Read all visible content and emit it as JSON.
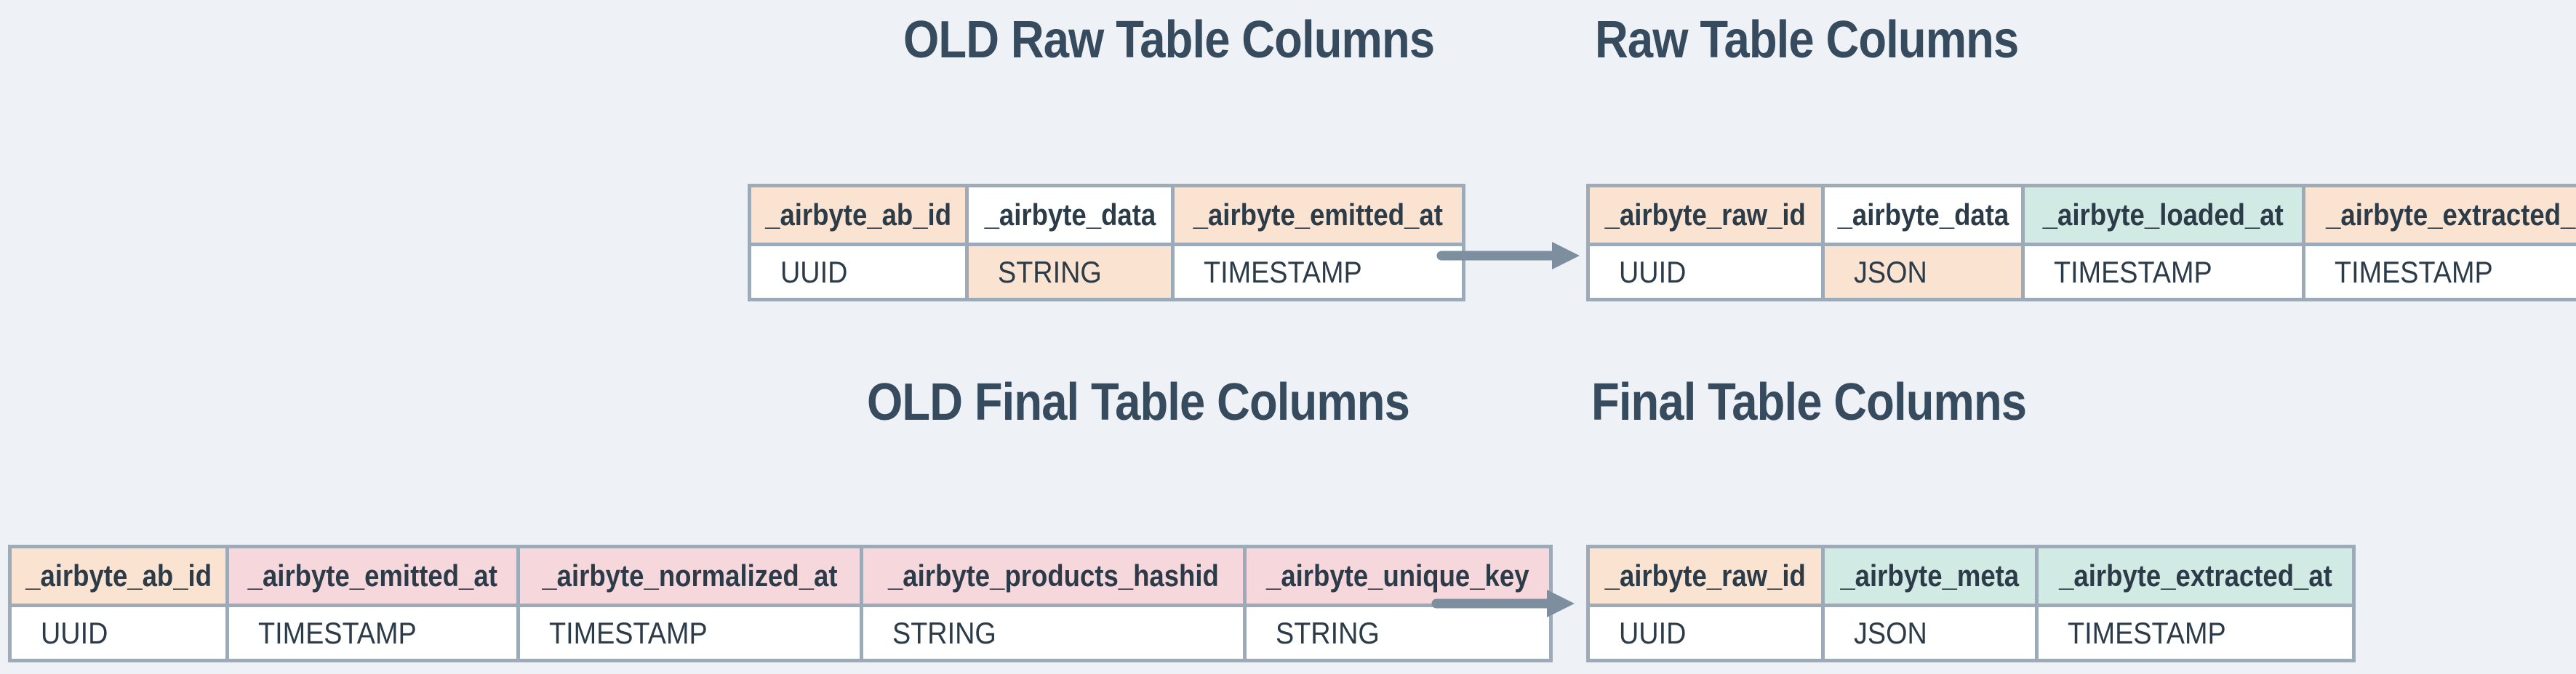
{
  "palette": {
    "bg": "#eef1f5",
    "white": "#ffffff",
    "peach": "#fbe3d1",
    "pink": "#f6d7dc",
    "teal": "#d2eae4",
    "border": "#9dabb9",
    "text": "#2c3b48",
    "title": "#374b5e",
    "arrow": "#7d8e9e"
  },
  "sections": {
    "old_raw": {
      "title": "OLD Raw Table Columns",
      "columns": [
        {
          "name": "_airbyte_ab_id",
          "type": "UUID",
          "header_color": "peach",
          "value_color": "white"
        },
        {
          "name": "_airbyte_data",
          "type": "STRING",
          "header_color": "white",
          "value_color": "peach"
        },
        {
          "name": "_airbyte_emitted_at",
          "type": "TIMESTAMP",
          "header_color": "peach",
          "value_color": "white"
        }
      ]
    },
    "raw": {
      "title": "Raw Table Columns",
      "columns": [
        {
          "name": "_airbyte_raw_id",
          "type": "UUID",
          "header_color": "peach",
          "value_color": "white"
        },
        {
          "name": "_airbyte_data",
          "type": "JSON",
          "header_color": "white",
          "value_color": "peach"
        },
        {
          "name": "_airbyte_loaded_at",
          "type": "TIMESTAMP",
          "header_color": "teal",
          "value_color": "white"
        },
        {
          "name": "_airbyte_extracted_at",
          "type": "TIMESTAMP",
          "header_color": "peach",
          "value_color": "white"
        }
      ]
    },
    "old_final": {
      "title": "OLD Final Table Columns",
      "columns": [
        {
          "name": "_airbyte_ab_id",
          "type": "UUID",
          "header_color": "peach",
          "value_color": "white"
        },
        {
          "name": "_airbyte_emitted_at",
          "type": "TIMESTAMP",
          "header_color": "pink",
          "value_color": "white"
        },
        {
          "name": "_airbyte_normalized_at",
          "type": "TIMESTAMP",
          "header_color": "pink",
          "value_color": "white"
        },
        {
          "name": "_airbyte_products_hashid",
          "type": "STRING",
          "header_color": "pink",
          "value_color": "white"
        },
        {
          "name": "_airbyte_unique_key",
          "type": "STRING",
          "header_color": "pink",
          "value_color": "white"
        }
      ]
    },
    "final": {
      "title": "Final Table Columns",
      "columns": [
        {
          "name": "_airbyte_raw_id",
          "type": "UUID",
          "header_color": "peach",
          "value_color": "white"
        },
        {
          "name": "_airbyte_meta",
          "type": "JSON",
          "header_color": "teal",
          "value_color": "white"
        },
        {
          "name": "_airbyte_extracted_at",
          "type": "TIMESTAMP",
          "header_color": "teal",
          "value_color": "white"
        }
      ]
    }
  },
  "arrows": [
    {
      "name": "raw-migration-arrow",
      "direction": "right"
    },
    {
      "name": "final-migration-arrow",
      "direction": "right"
    }
  ]
}
